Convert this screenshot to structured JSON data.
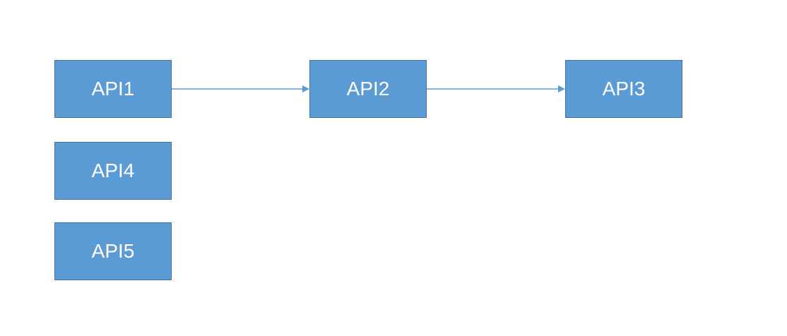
{
  "diagram": {
    "nodes": [
      {
        "id": "api1",
        "label": "API1"
      },
      {
        "id": "api2",
        "label": "API2"
      },
      {
        "id": "api3",
        "label": "API3"
      },
      {
        "id": "api4",
        "label": "API4"
      },
      {
        "id": "api5",
        "label": "API5"
      }
    ],
    "edges": [
      {
        "from": "api1",
        "to": "api2"
      },
      {
        "from": "api2",
        "to": "api3"
      }
    ],
    "colors": {
      "node_fill": "#5b9bd5",
      "node_border": "#41719c",
      "node_text": "#ffffff",
      "arrow": "#5b9bd5"
    }
  }
}
